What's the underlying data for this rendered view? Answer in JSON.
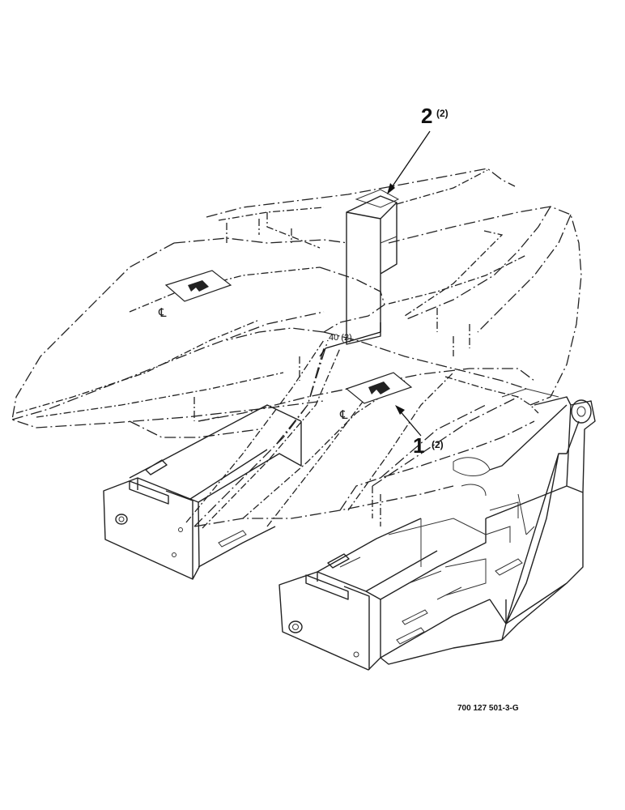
{
  "callouts": [
    {
      "number": "2",
      "qty": "(2)"
    },
    {
      "number": "1",
      "qty": "(2)"
    }
  ],
  "dimension": {
    "text": "40 (2)"
  },
  "centerline_symbol": "℄",
  "figure_id": "700 127 501-3-G"
}
